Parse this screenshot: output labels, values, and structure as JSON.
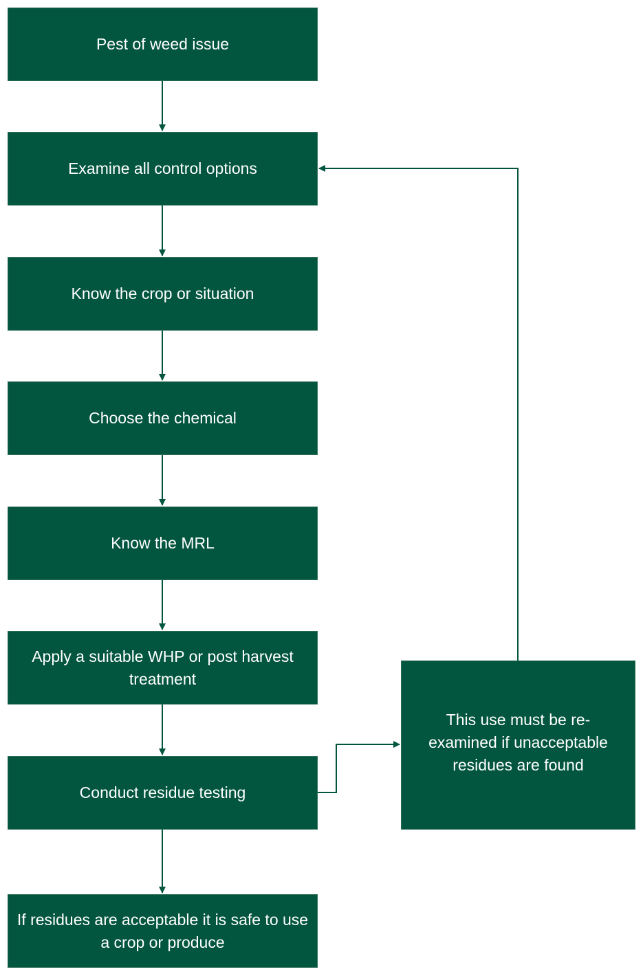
{
  "colors": {
    "box_fill": "#02553e",
    "box_text": "#ffffff",
    "connector": "#02553e",
    "background": "#ffffff"
  },
  "steps": [
    {
      "label": "Pest of weed issue"
    },
    {
      "label": "Examine all control options"
    },
    {
      "label": "Know the crop or situation"
    },
    {
      "label": "Choose the chemical"
    },
    {
      "label": "Know the MRL"
    },
    {
      "label": "Apply a suitable WHP or post harvest treatment"
    },
    {
      "label": "Conduct residue testing"
    },
    {
      "label": "If residues are acceptable it is safe to use a crop or produce"
    }
  ],
  "side_box": {
    "label": "This use must be re-examined if unacceptable residues are found"
  }
}
